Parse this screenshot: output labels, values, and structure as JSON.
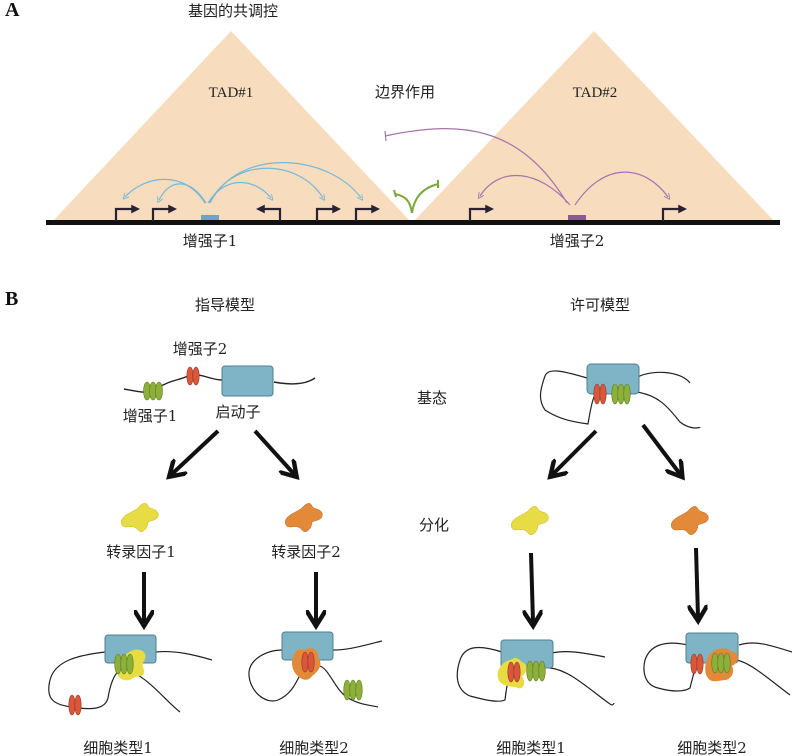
{
  "panel_a": {
    "label": "A",
    "title": "基因的共调控",
    "boundary_label": "边界作用",
    "tad1_label": "TAD#1",
    "tad2_label": "TAD#2",
    "enhancer1_label": "增强子1",
    "enhancer2_label": "增强子2"
  },
  "panel_b": {
    "label": "B",
    "instructive_title": "指导模型",
    "permissive_title": "许可模型",
    "enhancer2_label": "增强子2",
    "enhancer1_label": "增强子1",
    "promoter_label": "启动子",
    "ground_state_label": "基态",
    "differentiation_label": "分化",
    "tf1_label": "转录因子1",
    "tf2_label": "转录因子2",
    "cell_types": [
      "细胞类型1",
      "细胞类型2",
      "细胞类型1",
      "细胞类型2"
    ]
  },
  "colors": {
    "tad_fill": "#f7dcbe",
    "enhancer1_arcs": "#7ab8d6",
    "enhancer2_arcs": "#a873ac",
    "boundary_green": "#7aa83a",
    "promoter_box": "#7fb3c6",
    "enhancer_green": "#8db03b",
    "enhancer_red": "#d9583b",
    "tf_yellow": "#e8dc45",
    "tf_orange": "#e38a3a"
  }
}
